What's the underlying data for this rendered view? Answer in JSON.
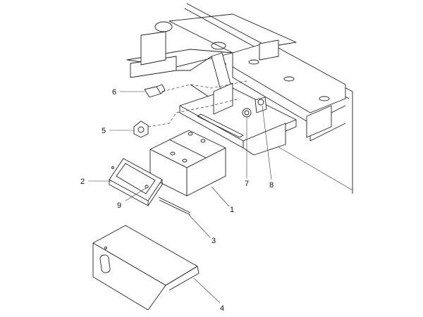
{
  "diagram": {
    "type": "exploded-parts-view",
    "callouts": [
      {
        "id": "1"
      },
      {
        "id": "2"
      },
      {
        "id": "3"
      },
      {
        "id": "4"
      },
      {
        "id": "5"
      },
      {
        "id": "6"
      },
      {
        "id": "7"
      },
      {
        "id": "8"
      },
      {
        "id": "9"
      }
    ]
  }
}
